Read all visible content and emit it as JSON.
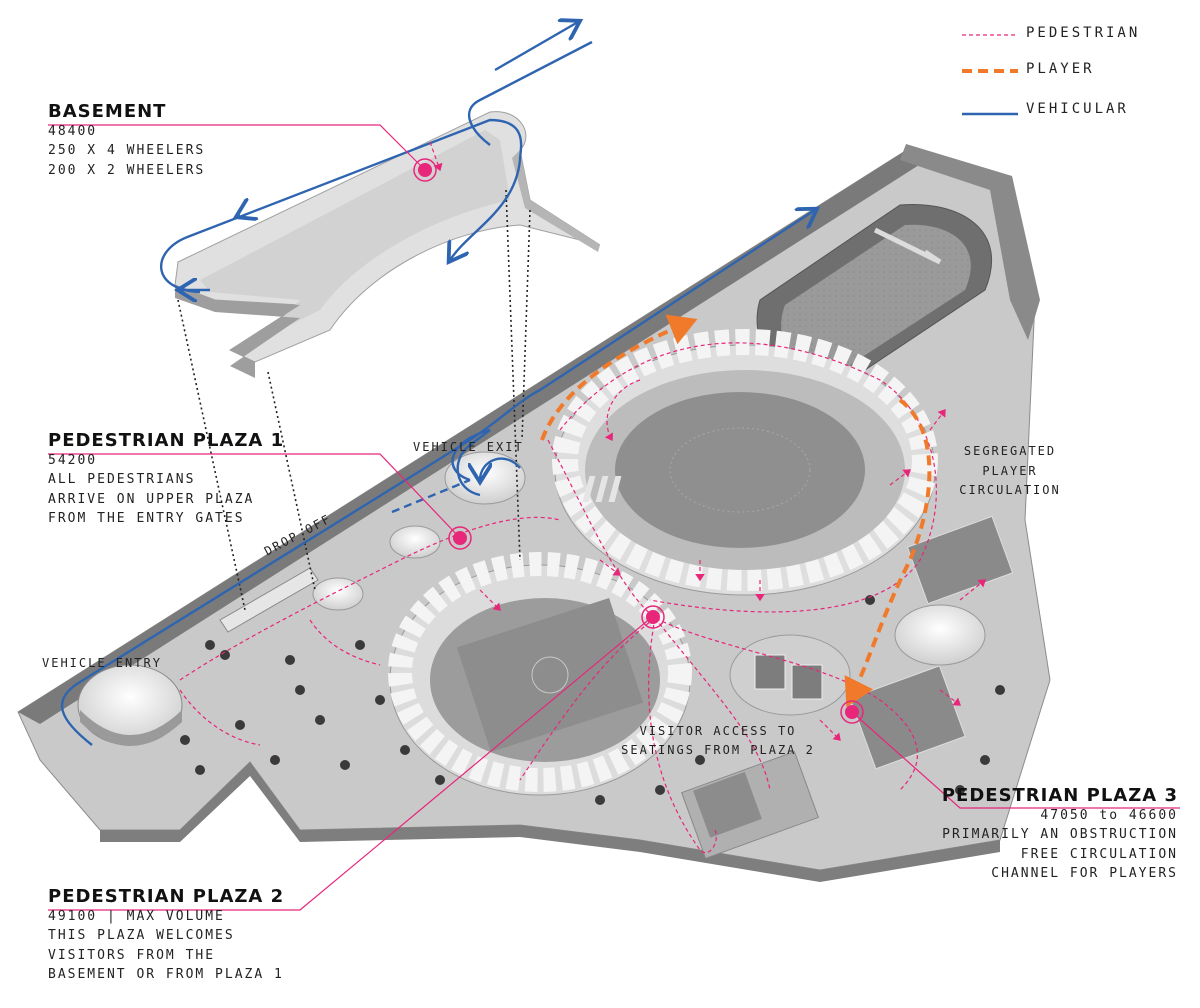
{
  "legend": {
    "pedestrian": {
      "label": "PEDESTRIAN",
      "color": "#e8267a"
    },
    "player": {
      "label": "PLAYER",
      "color": "#f07a2a"
    },
    "vehicular": {
      "label": "VEHICULAR",
      "color": "#2f65b0"
    }
  },
  "annotations": {
    "basement": {
      "title": "BASEMENT",
      "lines": [
        "48400",
        "250 X 4 WHEELERS",
        "200 X 2 WHEELERS"
      ]
    },
    "plaza1": {
      "title": "PEDESTRIAN PLAZA 1",
      "lines": [
        "54200",
        "ALL PEDESTRIANS",
        "ARRIVE ON UPPER PLAZA",
        "FROM THE ENTRY GATES"
      ]
    },
    "plaza2": {
      "title": "PEDESTRIAN PLAZA 2",
      "lines": [
        "49100 | MAX VOLUME",
        "THIS PLAZA WELCOMES",
        "VISITORS FROM THE",
        "BASEMENT OR FROM PLAZA 1"
      ]
    },
    "plaza3": {
      "title": "PEDESTRIAN PLAZA 3",
      "lines": [
        "47050 to 46600",
        "PRIMARILY AN OBSTRUCTION",
        "FREE  CIRCULATION",
        "CHANNEL FOR PLAYERS"
      ]
    }
  },
  "site_labels": {
    "vehicle_exit": "VEHICLE EXIT",
    "vehicle_entry": "VEHICLE ENTRY",
    "drop_off": "DROP OFF",
    "segregated": [
      "SEGREGATED",
      "PLAYER",
      "CIRCULATION"
    ],
    "visitor_access": [
      "VISITOR ACCESS TO",
      "SEATINGS FROM PLAZA 2"
    ]
  }
}
